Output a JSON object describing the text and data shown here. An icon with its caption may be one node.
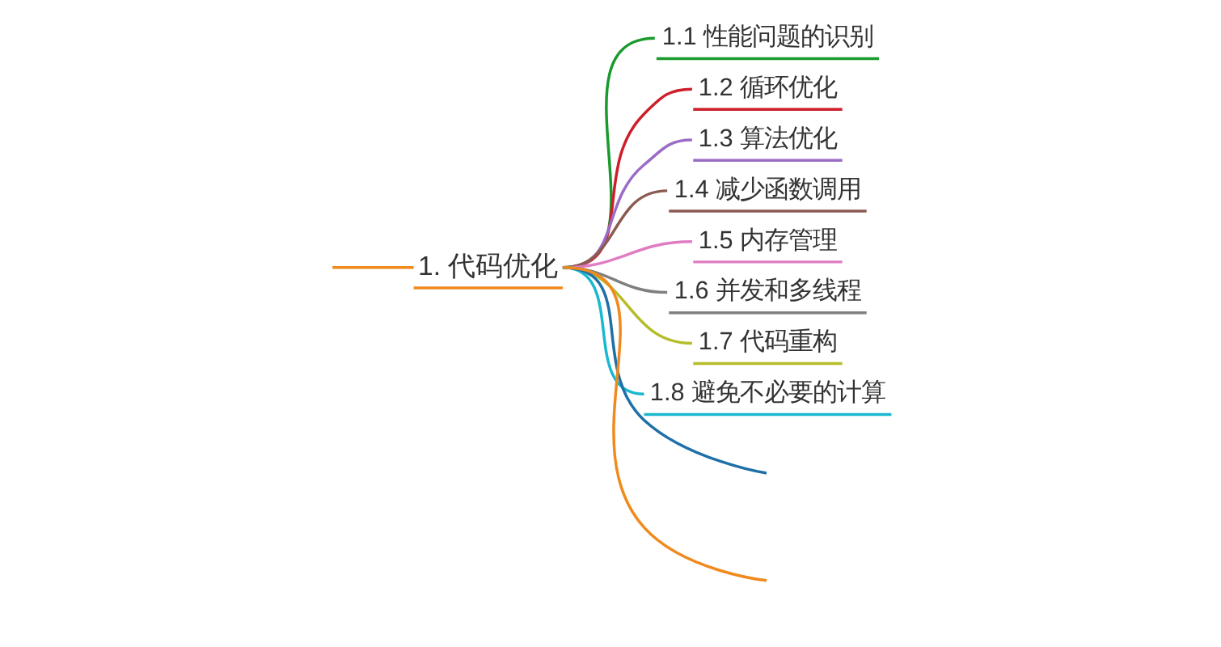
{
  "diagram": {
    "nodes": [
      {
        "text": [
          "1. 代码优化"
        ]
      },
      {
        "text": [
          "1.1 性能问题的识别"
        ]
      },
      {
        "text": [
          "1.2 循环优化"
        ]
      },
      {
        "text": [
          "1.3 算法优化"
        ]
      },
      {
        "text": [
          "1.4 减少函数调用"
        ]
      },
      {
        "text": [
          "1.5 内存管理"
        ]
      },
      {
        "text": [
          "1.6 并发和多线程"
        ]
      },
      {
        "text": [
          "1.7 代码重构"
        ]
      },
      {
        "text": [
          "1.8 避免不必要的计算"
        ]
      }
    ],
    "edges": [
      {
        "from": null,
        "to": 0,
        "arrow": "none",
        "color": "#f08a1e"
      },
      {
        "from": 0,
        "to": 1,
        "arrow": "none",
        "color": "#1a9a2e"
      },
      {
        "from": 0,
        "to": 2,
        "arrow": "none",
        "color": "#cc1f2a"
      },
      {
        "from": 0,
        "to": 3,
        "arrow": "none",
        "color": "#9b6cc6"
      },
      {
        "from": 0,
        "to": 4,
        "arrow": "none",
        "color": "#8b5a50"
      },
      {
        "from": 0,
        "to": 5,
        "arrow": "none",
        "color": "#e07cc3"
      },
      {
        "from": 0,
        "to": 6,
        "arrow": "none",
        "color": "#7f7f7f"
      },
      {
        "from": 0,
        "to": 7,
        "arrow": "none",
        "color": "#b5bd2a"
      },
      {
        "from": 0,
        "to": 8,
        "arrow": "none",
        "color": "#1ab8d0"
      },
      {
        "from": 0,
        "to": null,
        "arrow": "none",
        "color": "#1f6fa8"
      },
      {
        "from": 0,
        "to": null,
        "arrow": "none",
        "color": "#f08a1e"
      }
    ]
  }
}
